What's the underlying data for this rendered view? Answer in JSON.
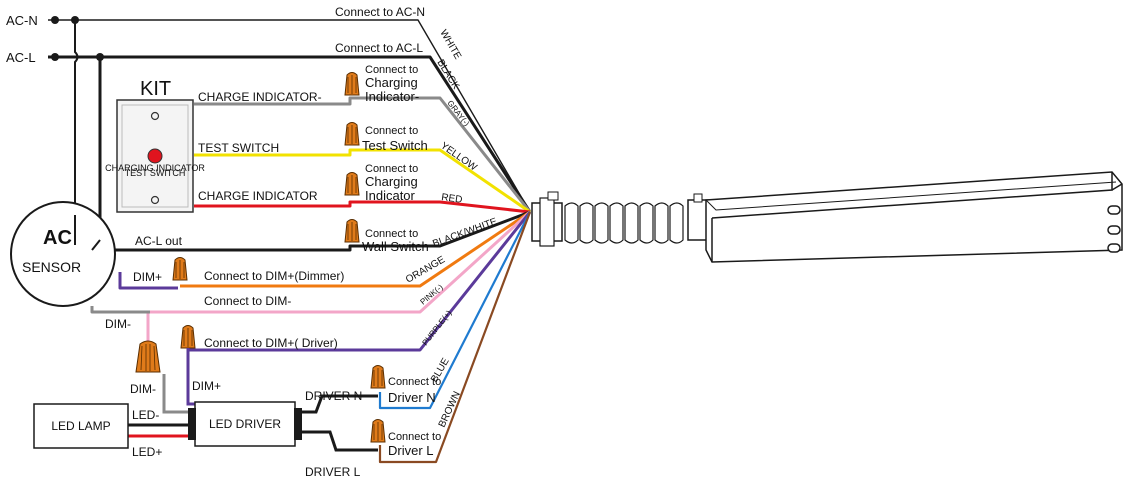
{
  "terminals": {
    "ac_n": "AC-N",
    "ac_l": "AC-L"
  },
  "kit": {
    "title": "KIT",
    "plate_line1": "CHARGING INDICATOR",
    "plate_line2": "TEST SWITCH",
    "charge_indicator_neg": "CHARGE INDICATOR-",
    "test_switch": "TEST SWITCH",
    "charge_indicator": "CHARGE INDICATOR"
  },
  "sensor": {
    "title": "AC",
    "subtitle": "SENSOR",
    "acl_out": "AC-L out",
    "dim_plus": "DIM+",
    "dim_minus": "DIM-"
  },
  "connections": {
    "ac_n": "Connect to AC-N",
    "ac_l": "Connect to  AC-L",
    "charging_neg_1": "Connect to",
    "charging_neg_2": "Charging",
    "charging_neg_3": "Indicator-",
    "test_1": "Connect to",
    "test_2": "Test Switch",
    "charging_1": "Connect to",
    "charging_2": "Charging",
    "charging_3": "Indicator",
    "wall_1": "Connect to",
    "wall_2": "Wall Switch",
    "dim_plus_dimmer": "Connect to DIM+(Dimmer)",
    "dim_minus": "Connect to DIM-",
    "dim_plus_driver": "Connect to DIM+( Driver)",
    "driver_n_1": "Connect to",
    "driver_n_2": "Driver N",
    "driver_l_1": "Connect to",
    "driver_l_2": "Driver L"
  },
  "wires": {
    "white": "WHITE",
    "black": "BLACK",
    "gray": "GRAY(-)",
    "yellow": "YELLOW",
    "red": "RED",
    "black_white": "BLACK/WHITE",
    "orange": "ORANGE",
    "pink": "PINK(-)",
    "purple": "PURPLE(+)",
    "blue": "BLUE",
    "brown": "BROWN"
  },
  "lamp": {
    "label": "LED LAMP",
    "led_minus": "LED-",
    "led_plus": "LED+"
  },
  "driver": {
    "label": "LED DRIVER",
    "dim_minus": "DIM-",
    "dim_plus": "DIM+",
    "driver_n": "DRIVER N",
    "driver_l": "DRIVER L"
  },
  "colors": {
    "black": "#1a1a1a",
    "gray": "#8a8a8a",
    "yellow": "#f2e200",
    "red": "#e0141e",
    "orange": "#f07a10",
    "pink": "#f3a6c8",
    "purple": "#5b3a9a",
    "blue": "#1f7bd0",
    "brown": "#8a4a22",
    "nut": "#e07b1a"
  }
}
